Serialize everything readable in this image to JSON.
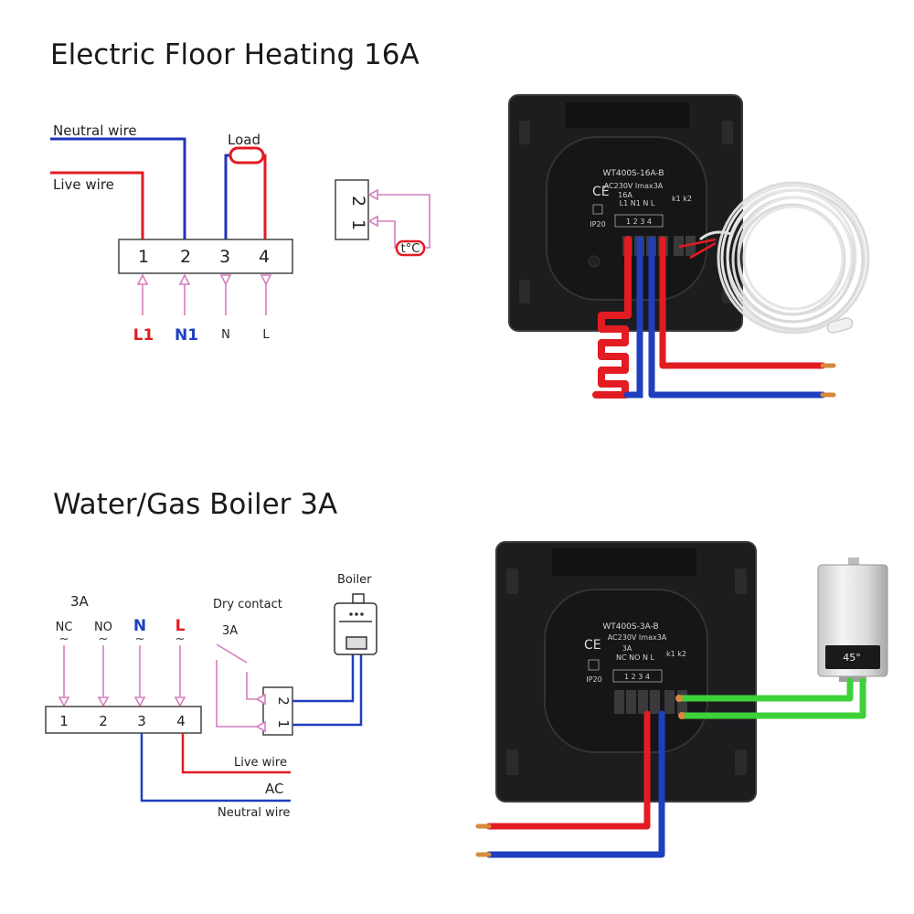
{
  "floor": {
    "title": "Electric Floor Heating 16A",
    "neutral_wire": "Neutral wire",
    "live_wire": "Live wire",
    "load": "Load",
    "terminals": [
      "1",
      "2",
      "3",
      "4"
    ],
    "inputs": [
      "L1",
      "N1",
      "N",
      "L"
    ],
    "sensor_terminals": [
      "2",
      "1"
    ],
    "sensor_label": "t°C",
    "device": {
      "model": "WT400S-16A-B",
      "rating": "AC230V Imax3A",
      "current": "16A",
      "ip": "IP20",
      "mark": "CE",
      "pins": "L1 N1  N  L",
      "sensor_pins": "k1 k2",
      "terms": "1  2  3  4"
    }
  },
  "boiler": {
    "title": "Water/Gas Boiler 3A",
    "rating": "3A",
    "terminal_labels": [
      "NC",
      "NO",
      "N",
      "L"
    ],
    "terminals": [
      "1",
      "2",
      "3",
      "4"
    ],
    "dry_contact": "Dry contact",
    "dry_rating": "3A",
    "dry_terminals": [
      "2",
      "1"
    ],
    "boiler_label": "Boiler",
    "live_wire": "Live wire",
    "ac": "AC",
    "neutral_wire": "Neutral wire",
    "heater_display": "45°",
    "device": {
      "model": "WT400S-3A-B",
      "rating": "AC230V Imax3A",
      "current": "3A",
      "ip": "IP20",
      "mark": "CE",
      "pins": "NC NO  N  L",
      "sensor_pins": "k1 k2",
      "terms": "1  2  3  4"
    }
  },
  "colors": {
    "red": "#e31b23",
    "blue": "#1f3fbf",
    "pink": "#d47fbf",
    "green": "#3fd13a",
    "copper": "#d68a3c"
  }
}
